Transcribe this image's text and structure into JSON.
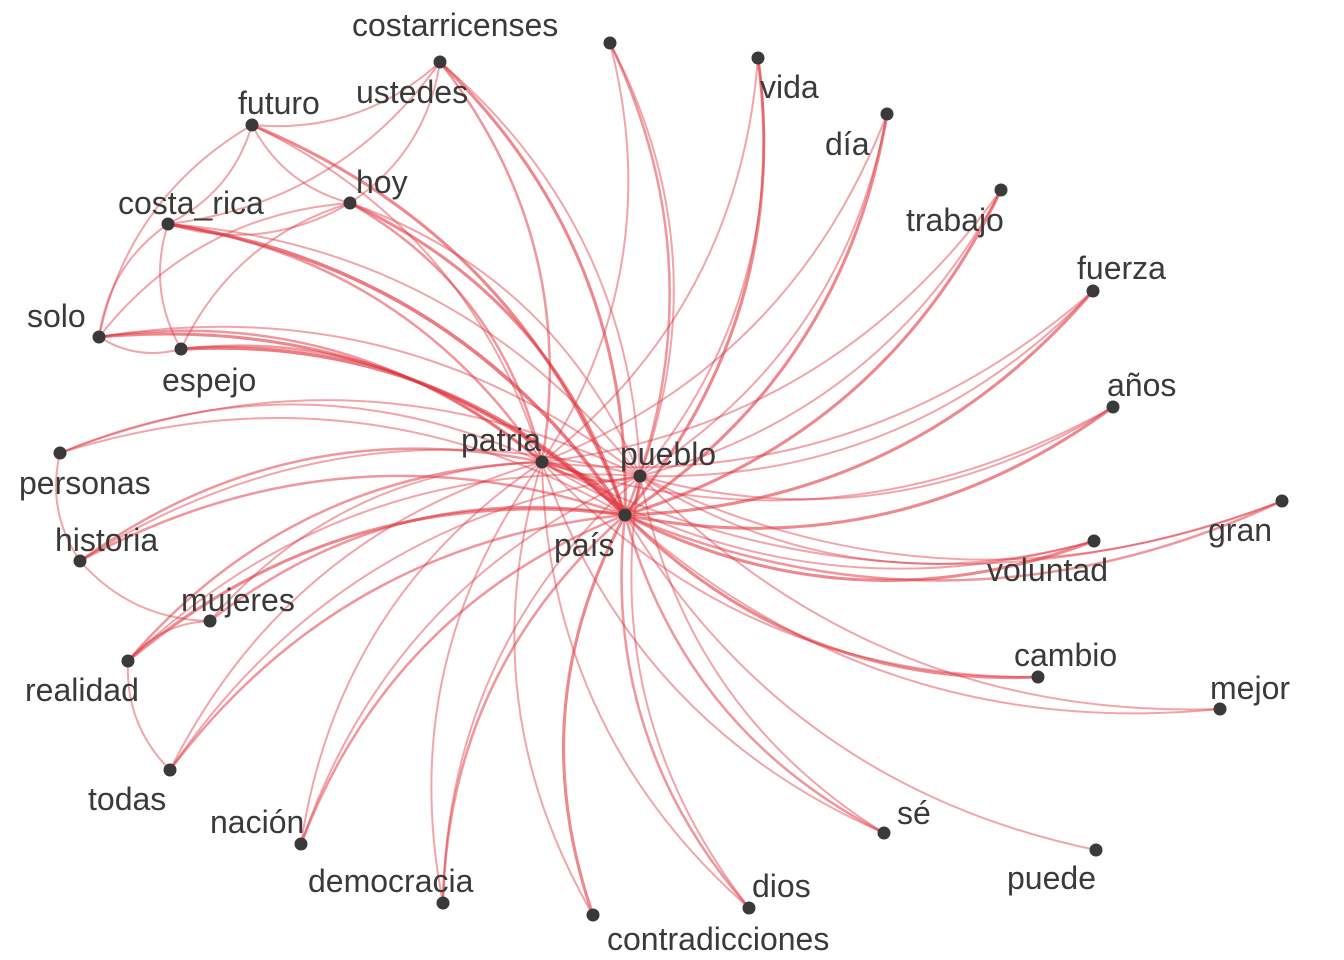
{
  "colors": {
    "edge": "#e0333d",
    "node": "#3a3a3a",
    "label": "#3a3a3a",
    "background": "#ffffff"
  },
  "nodes": [
    {
      "id": "costarricenses",
      "label": "costarricenses"
    },
    {
      "id": "ustedes",
      "label": "ustedes"
    },
    {
      "id": "futuro",
      "label": "futuro"
    },
    {
      "id": "hoy",
      "label": "hoy"
    },
    {
      "id": "costa_rica",
      "label": "costa_rica"
    },
    {
      "id": "solo",
      "label": "solo"
    },
    {
      "id": "espejo",
      "label": "espejo"
    },
    {
      "id": "personas",
      "label": "personas"
    },
    {
      "id": "historia",
      "label": "historia"
    },
    {
      "id": "mujeres",
      "label": "mujeres"
    },
    {
      "id": "realidad",
      "label": "realidad"
    },
    {
      "id": "todas",
      "label": "todas"
    },
    {
      "id": "nacion",
      "label": "nación"
    },
    {
      "id": "democracia",
      "label": "democracia"
    },
    {
      "id": "contradicciones",
      "label": "contradicciones"
    },
    {
      "id": "dios",
      "label": "dios"
    },
    {
      "id": "se",
      "label": "sé"
    },
    {
      "id": "puede",
      "label": "puede"
    },
    {
      "id": "mejor",
      "label": "mejor"
    },
    {
      "id": "cambio",
      "label": "cambio"
    },
    {
      "id": "voluntad",
      "label": "voluntad"
    },
    {
      "id": "gran",
      "label": "gran"
    },
    {
      "id": "anos",
      "label": "años"
    },
    {
      "id": "fuerza",
      "label": "fuerza"
    },
    {
      "id": "trabajo",
      "label": "trabajo"
    },
    {
      "id": "dia",
      "label": "día"
    },
    {
      "id": "vida",
      "label": "vida"
    },
    {
      "id": "patria",
      "label": "patria"
    },
    {
      "id": "pueblo",
      "label": "pueblo"
    },
    {
      "id": "pais",
      "label": "país"
    }
  ],
  "edges": [
    [
      "pais",
      "costarricenses",
      3
    ],
    [
      "pais",
      "ustedes",
      4
    ],
    [
      "pais",
      "futuro",
      4
    ],
    [
      "pais",
      "hoy",
      4
    ],
    [
      "pais",
      "costa_rica",
      5
    ],
    [
      "pais",
      "solo",
      4
    ],
    [
      "pais",
      "espejo",
      5
    ],
    [
      "pais",
      "personas",
      2
    ],
    [
      "pais",
      "historia",
      3
    ],
    [
      "pais",
      "mujeres",
      3
    ],
    [
      "pais",
      "realidad",
      4
    ],
    [
      "pais",
      "todas",
      3
    ],
    [
      "pais",
      "nacion",
      3
    ],
    [
      "pais",
      "democracia",
      3
    ],
    [
      "pais",
      "contradicciones",
      4
    ],
    [
      "pais",
      "dios",
      3
    ],
    [
      "pais",
      "se",
      3
    ],
    [
      "pais",
      "puede",
      2
    ],
    [
      "pais",
      "mejor",
      2
    ],
    [
      "pais",
      "cambio",
      4
    ],
    [
      "pais",
      "voluntad",
      4
    ],
    [
      "pais",
      "gran",
      3
    ],
    [
      "pais",
      "anos",
      4
    ],
    [
      "pais",
      "fuerza",
      4
    ],
    [
      "pais",
      "trabajo",
      4
    ],
    [
      "pais",
      "dia",
      4
    ],
    [
      "pais",
      "vida",
      4
    ],
    [
      "pais",
      "patria",
      5
    ],
    [
      "pais",
      "pueblo",
      4
    ],
    [
      "patria",
      "costarricenses",
      2
    ],
    [
      "patria",
      "ustedes",
      3
    ],
    [
      "patria",
      "futuro",
      2
    ],
    [
      "patria",
      "hoy",
      3
    ],
    [
      "patria",
      "costa_rica",
      3
    ],
    [
      "patria",
      "solo",
      3
    ],
    [
      "patria",
      "espejo",
      3
    ],
    [
      "patria",
      "personas",
      2
    ],
    [
      "patria",
      "historia",
      3
    ],
    [
      "patria",
      "mujeres",
      2
    ],
    [
      "patria",
      "realidad",
      3
    ],
    [
      "patria",
      "todas",
      2
    ],
    [
      "patria",
      "nacion",
      2
    ],
    [
      "patria",
      "democracia",
      2
    ],
    [
      "patria",
      "contradicciones",
      2
    ],
    [
      "patria",
      "dios",
      2
    ],
    [
      "patria",
      "se",
      2
    ],
    [
      "patria",
      "cambio",
      2
    ],
    [
      "patria",
      "voluntad",
      2
    ],
    [
      "patria",
      "gran",
      2
    ],
    [
      "patria",
      "anos",
      2
    ],
    [
      "patria",
      "fuerza",
      2
    ],
    [
      "patria",
      "trabajo",
      2
    ],
    [
      "patria",
      "dia",
      2
    ],
    [
      "patria",
      "vida",
      2
    ],
    [
      "patria",
      "pueblo",
      3
    ],
    [
      "pueblo",
      "costarricenses",
      2
    ],
    [
      "pueblo",
      "ustedes",
      2
    ],
    [
      "pueblo",
      "hoy",
      2
    ],
    [
      "pueblo",
      "costa_rica",
      2
    ],
    [
      "pueblo",
      "solo",
      2
    ],
    [
      "pueblo",
      "personas",
      2
    ],
    [
      "pueblo",
      "historia",
      2
    ],
    [
      "pueblo",
      "realidad",
      2
    ],
    [
      "pueblo",
      "todas",
      2
    ],
    [
      "pueblo",
      "nacion",
      2
    ],
    [
      "pueblo",
      "democracia",
      2
    ],
    [
      "pueblo",
      "dios",
      2
    ],
    [
      "pueblo",
      "se",
      2
    ],
    [
      "pueblo",
      "mejor",
      2
    ],
    [
      "pueblo",
      "voluntad",
      2
    ],
    [
      "pueblo",
      "gran",
      2
    ],
    [
      "pueblo",
      "anos",
      2
    ],
    [
      "pueblo",
      "fuerza",
      2
    ],
    [
      "pueblo",
      "trabajo",
      2
    ],
    [
      "pueblo",
      "dia",
      2
    ],
    [
      "pueblo",
      "vida",
      2
    ],
    [
      "costa_rica",
      "futuro",
      2
    ],
    [
      "costa_rica",
      "hoy",
      2
    ],
    [
      "costa_rica",
      "solo",
      2
    ],
    [
      "costa_rica",
      "espejo",
      2
    ],
    [
      "costa_rica",
      "ustedes",
      2
    ],
    [
      "futuro",
      "hoy",
      2
    ],
    [
      "futuro",
      "ustedes",
      2
    ],
    [
      "futuro",
      "solo",
      2
    ],
    [
      "hoy",
      "solo",
      2
    ],
    [
      "hoy",
      "espejo",
      2
    ],
    [
      "hoy",
      "ustedes",
      2
    ],
    [
      "solo",
      "espejo",
      2
    ],
    [
      "personas",
      "historia",
      2
    ],
    [
      "historia",
      "mujeres",
      2
    ],
    [
      "mujeres",
      "realidad",
      2
    ],
    [
      "realidad",
      "todas",
      2
    ]
  ]
}
